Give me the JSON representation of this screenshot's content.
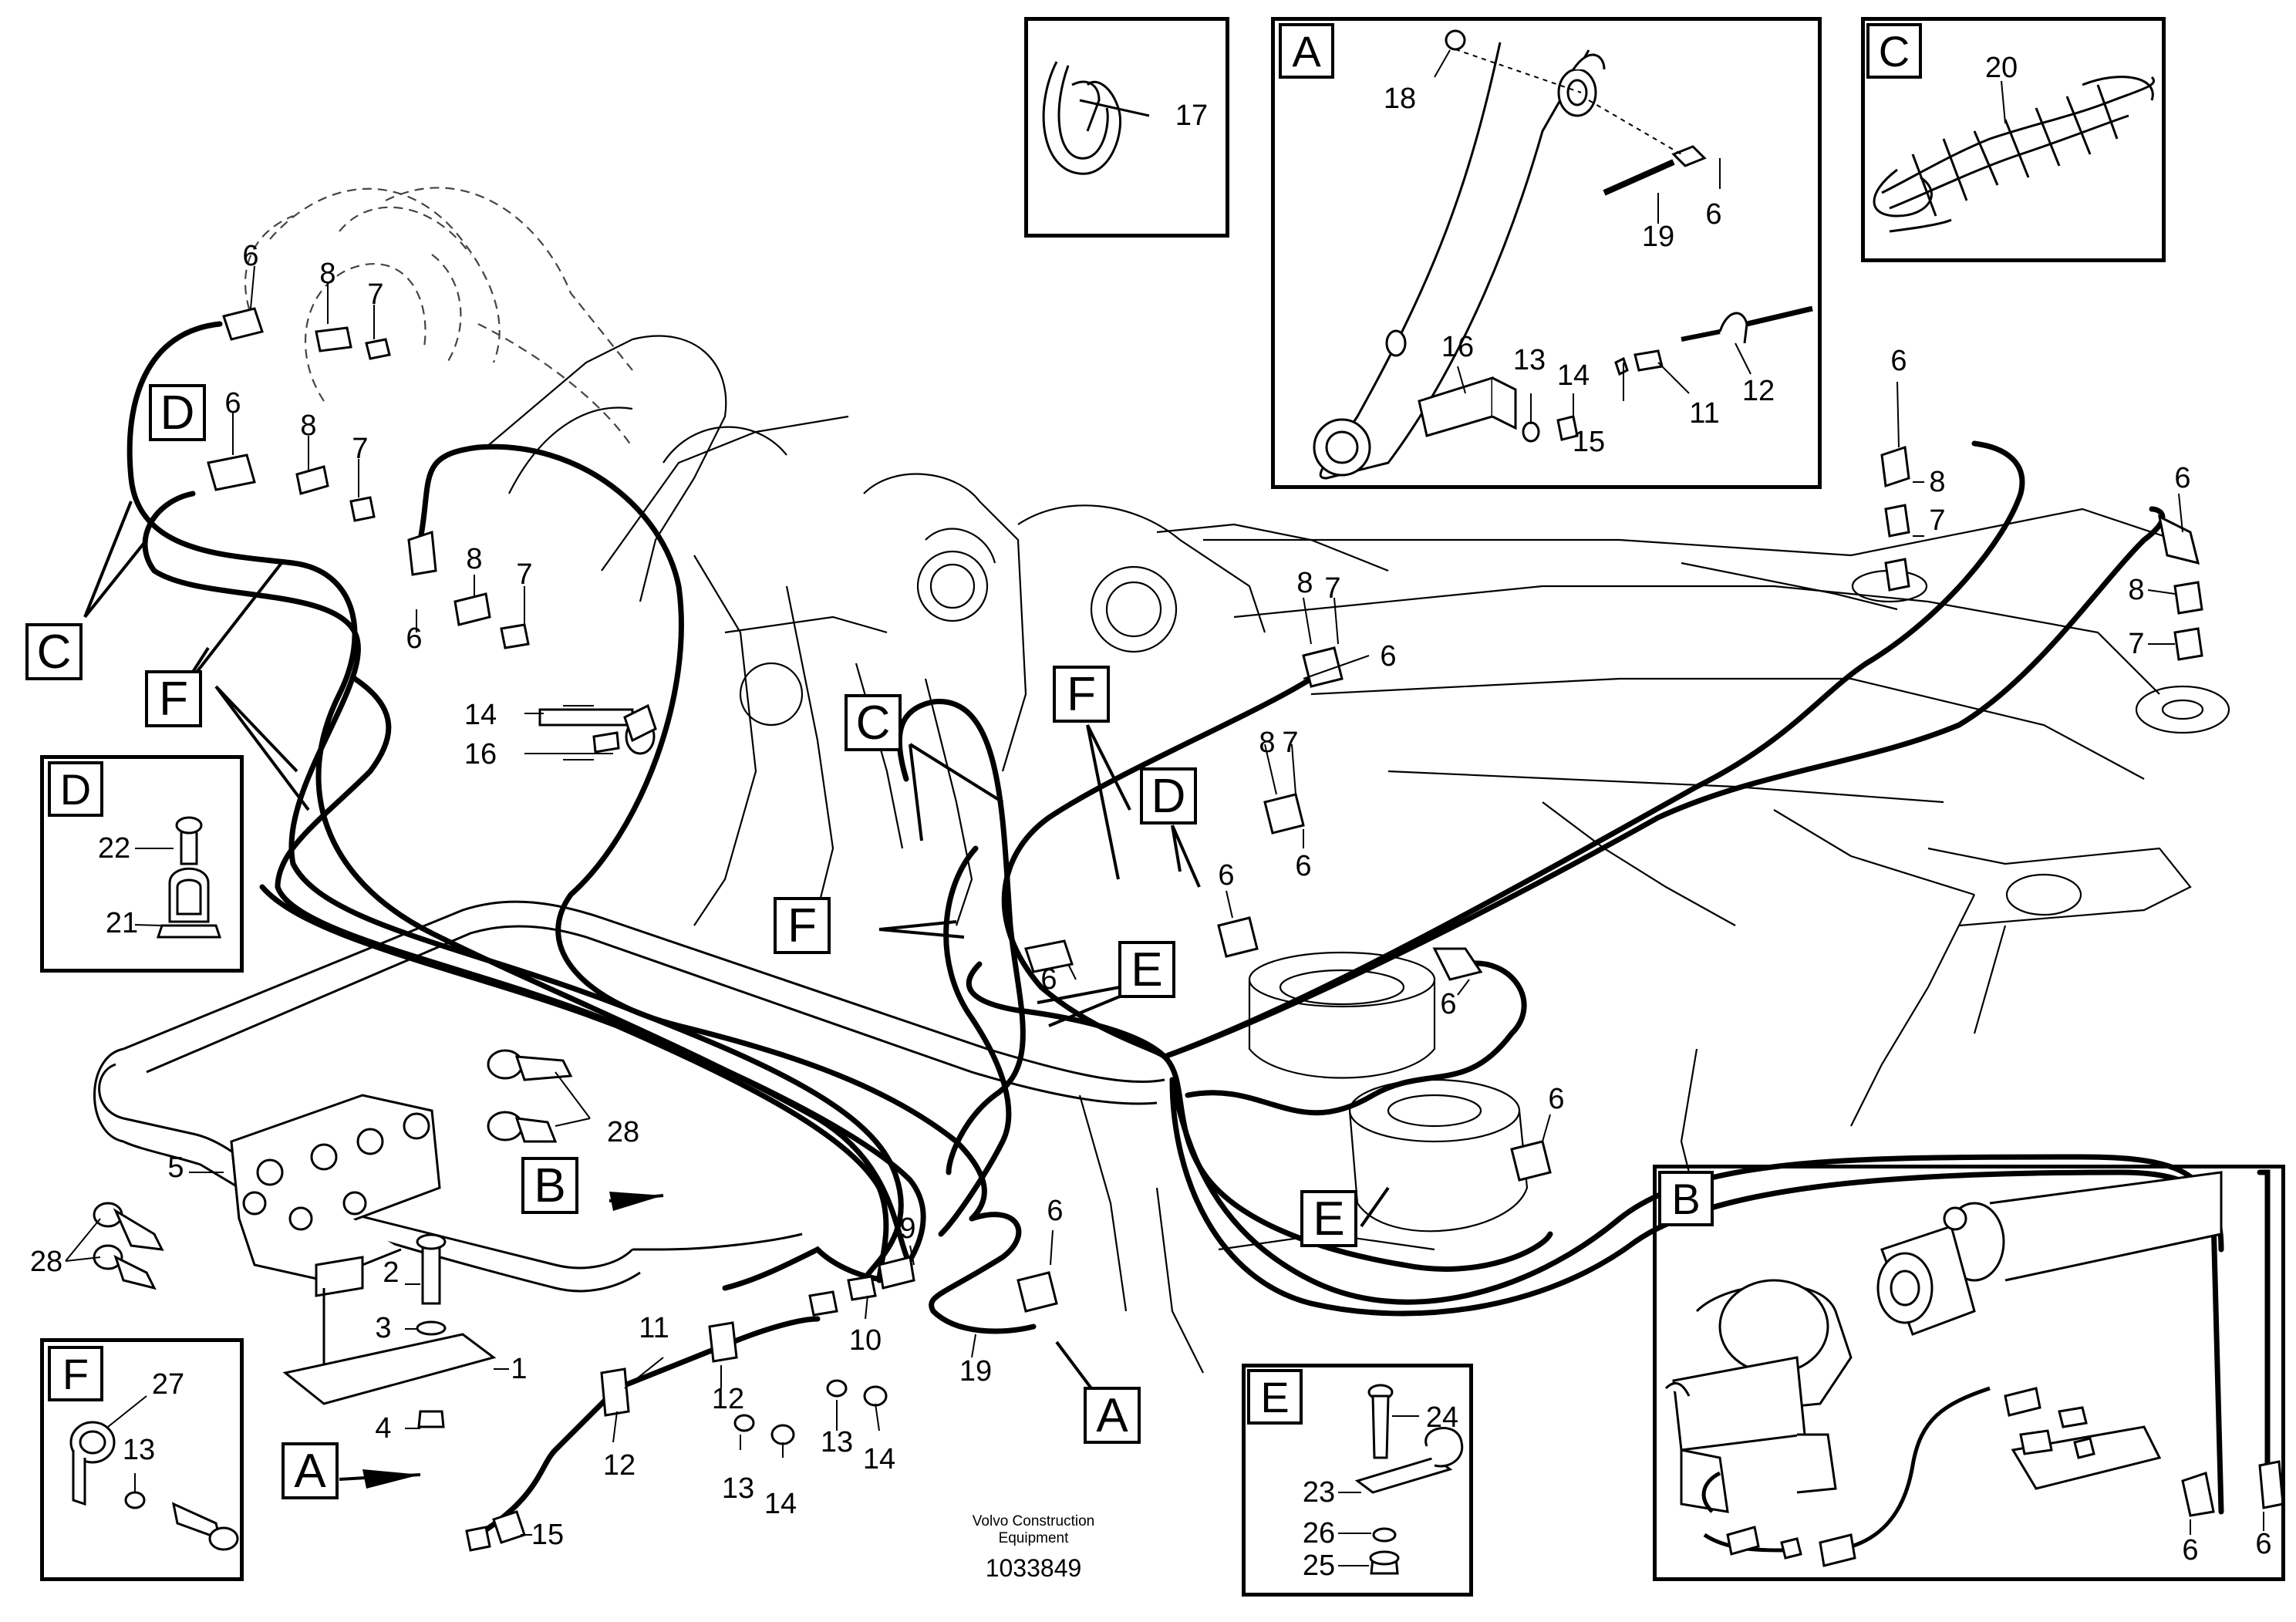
{
  "footer": {
    "org_line1": "Volvo Construction",
    "org_line2": "Equipment",
    "number": "1033849"
  },
  "detail_views": {
    "top_small": {
      "part": "17"
    },
    "A": {
      "label": "A",
      "parts": [
        "18",
        "6",
        "19",
        "16",
        "13",
        "14",
        "15",
        "11",
        "12"
      ]
    },
    "C": {
      "label": "C",
      "parts": [
        "20"
      ]
    },
    "D": {
      "label": "D",
      "parts": [
        "22",
        "21"
      ]
    },
    "F": {
      "label": "F",
      "parts": [
        "27",
        "13"
      ]
    },
    "E": {
      "label": "E",
      "parts": [
        "24",
        "23",
        "26",
        "25"
      ]
    },
    "B": {
      "label": "B",
      "parts": [
        "6",
        "6"
      ]
    }
  },
  "main_view_labels": [
    "D",
    "C",
    "F",
    "C",
    "F",
    "D",
    "F",
    "E",
    "B",
    "E",
    "A",
    "A"
  ],
  "part_numbers": {
    "n6": "6",
    "n7": "7",
    "n8": "8",
    "n1": "1",
    "n2": "2",
    "n3": "3",
    "n4": "4",
    "n5": "5",
    "n9": "9",
    "n10": "10",
    "n11": "11",
    "n12": "12",
    "n13": "13",
    "n14": "14",
    "n15": "15",
    "n16": "16",
    "n19": "19",
    "n28": "28"
  }
}
